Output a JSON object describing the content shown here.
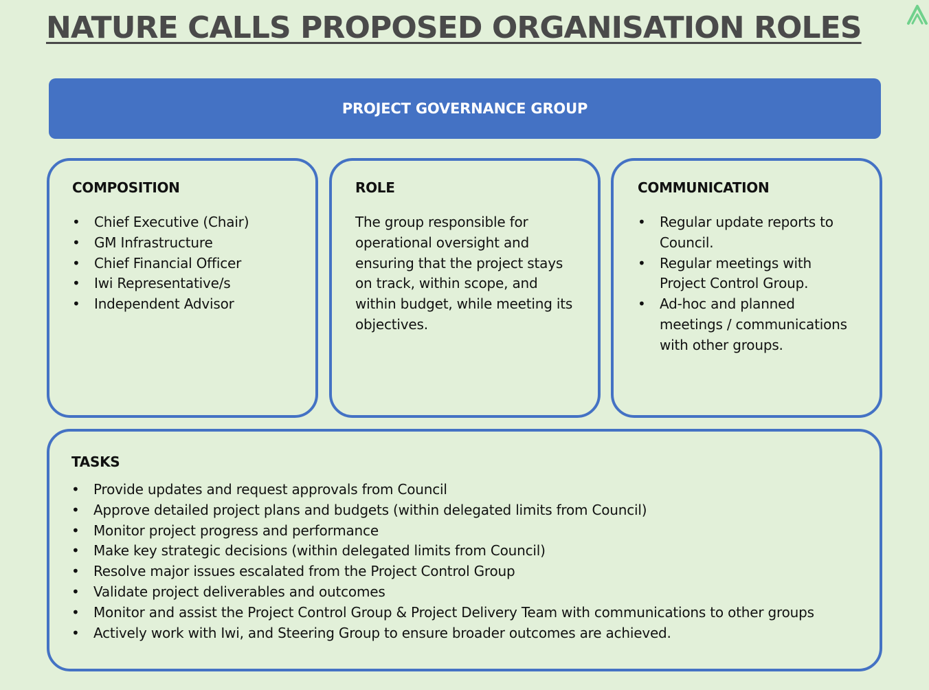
{
  "title": "NATURE CALLS PROPOSED ORGANISATION ROLES",
  "banner": "PROJECT GOVERNANCE GROUP",
  "logo_icon": "chevron-up-logo-icon",
  "colors": {
    "background": "#e2f0d9",
    "accent": "#4472c4",
    "title": "#4a4a4a",
    "logo": "#70d18c"
  },
  "composition": {
    "heading": "COMPOSITION",
    "items": [
      "Chief Executive (Chair)",
      "GM Infrastructure",
      "Chief Financial Officer",
      "Iwi Representative/s",
      "Independent Advisor"
    ]
  },
  "role": {
    "heading": "ROLE",
    "text": "The group responsible for operational oversight and ensuring that the project stays on track, within scope, and within budget, while meeting its objectives."
  },
  "communication": {
    "heading": "COMMUNICATION",
    "items": [
      "Regular update reports to Council.",
      "Regular meetings with Project Control Group.",
      "Ad-hoc and planned meetings / communications with other groups."
    ]
  },
  "tasks": {
    "heading": "TASKS",
    "items": [
      "Provide updates and request approvals from Council",
      "Approve detailed project plans and budgets (within delegated limits from Council)",
      "Monitor project progress and performance",
      "Make key strategic decisions (within delegated limits from Council)",
      "Resolve major issues escalated from the Project Control Group",
      "Validate project deliverables and outcomes",
      "Monitor and assist the Project Control Group & Project Delivery Team with communications to other groups",
      "Actively work with Iwi, and Steering Group to ensure broader outcomes are achieved."
    ]
  }
}
